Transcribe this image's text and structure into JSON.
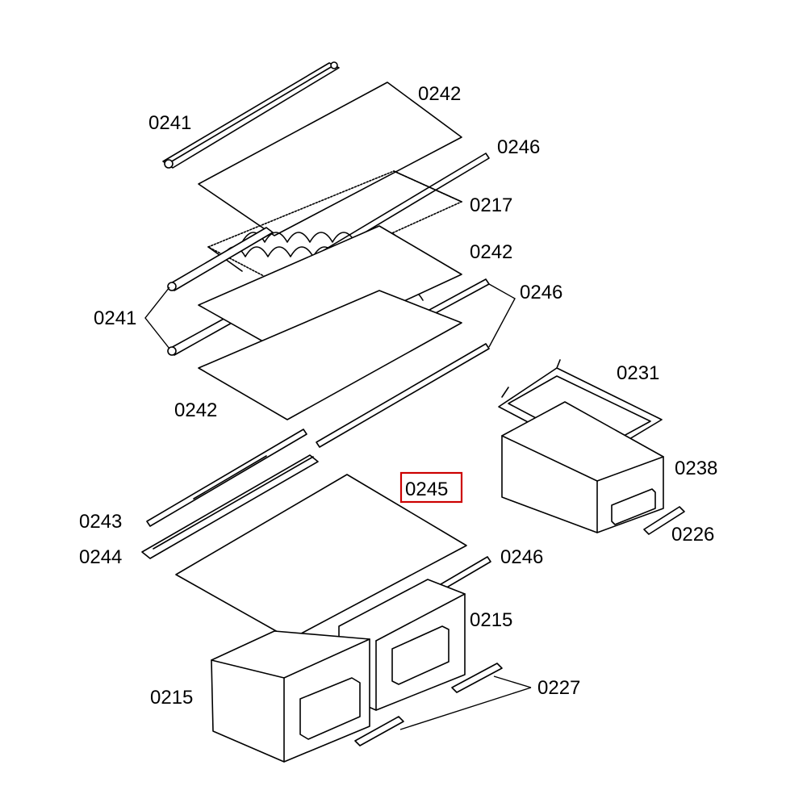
{
  "callouts": {
    "c0241_top": "0241",
    "c0242_top": "0242",
    "c0246_top": "0246",
    "c0217": "0217",
    "c0242_mid": "0242",
    "c0241_group": "0241",
    "c0246_mid": "0246",
    "c0242_low": "0242",
    "c0231": "0231",
    "c0238": "0238",
    "c0245": "0245",
    "c0243": "0243",
    "c0226": "0226",
    "c0244": "0244",
    "c0246_low": "0246",
    "c0215_right": "0215",
    "c0215_left": "0215",
    "c0227": "0227"
  },
  "highlight": {
    "part": "0245",
    "color": "#cc0000"
  }
}
